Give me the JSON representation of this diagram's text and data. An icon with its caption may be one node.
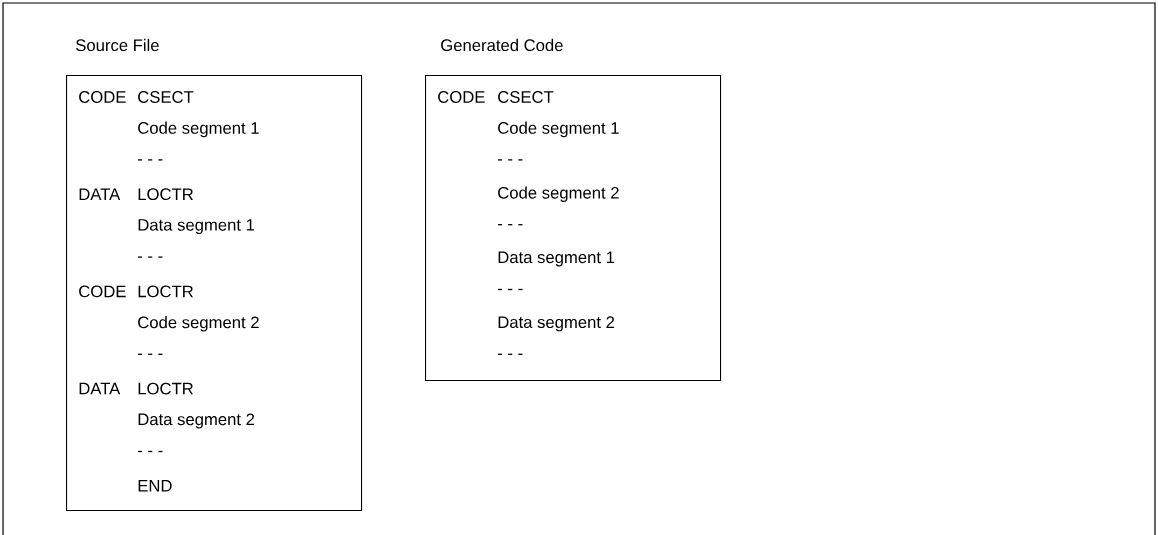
{
  "diagram": {
    "nodes": [
      {
        "text": [
          "Source File",
          "CODE",
          "CSECT",
          "Code segment 1",
          "- - -",
          "DATA",
          "LOCTR",
          "Data segment 1",
          "- - -",
          "CODE",
          "LOCTR",
          "Code segment 2",
          "- - -",
          "DATA",
          "LOCTR",
          "Data segment 2",
          "- - -",
          "END"
        ]
      },
      {
        "text": [
          "Generated Code",
          "CODE",
          "CSECT",
          "Code segment 1",
          "- - -",
          "Code segment 2",
          "- - -",
          "Data segment 1",
          "- - -",
          "Data segment 2",
          "- - -"
        ]
      }
    ]
  }
}
